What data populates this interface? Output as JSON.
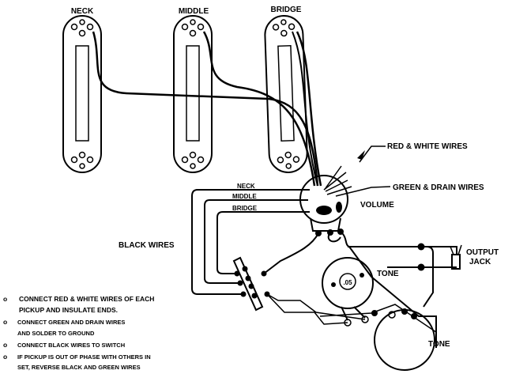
{
  "pickups": [
    {
      "label": "NECK"
    },
    {
      "label": "MIDDLE"
    },
    {
      "label": "BRIDGE"
    }
  ],
  "labels": {
    "red_white": "RED & WHITE WIRES",
    "green_drain": "GREEN & DRAIN WIRES",
    "volume": "VOLUME",
    "sw_neck": "NECK",
    "sw_middle": "MIDDLE",
    "sw_bridge": "BRIDGE",
    "black_wires": "BLACK WIRES",
    "output_1": "OUTPUT",
    "output_2": "JACK",
    "tone1": "TONE",
    "tone2": "TONE",
    "cap": ".05"
  },
  "notes": [
    {
      "bullet": "o",
      "lines": [
        "CONNECT RED & WHITE WIRES OF EACH",
        "PICKUP AND INSULATE ENDS."
      ]
    },
    {
      "bullet": "o",
      "lines": [
        "CONNECT GREEN AND DRAIN WIRES",
        "AND SOLDER TO GROUND"
      ]
    },
    {
      "bullet": "o",
      "lines": [
        "CONNECT BLACK WIRES TO SWITCH"
      ]
    },
    {
      "bullet": "o",
      "lines": [
        "IF PICKUP IS OUT OF PHASE WITH OTHERS IN",
        "SET, REVERSE BLACK AND GREEN WIRES"
      ]
    }
  ]
}
